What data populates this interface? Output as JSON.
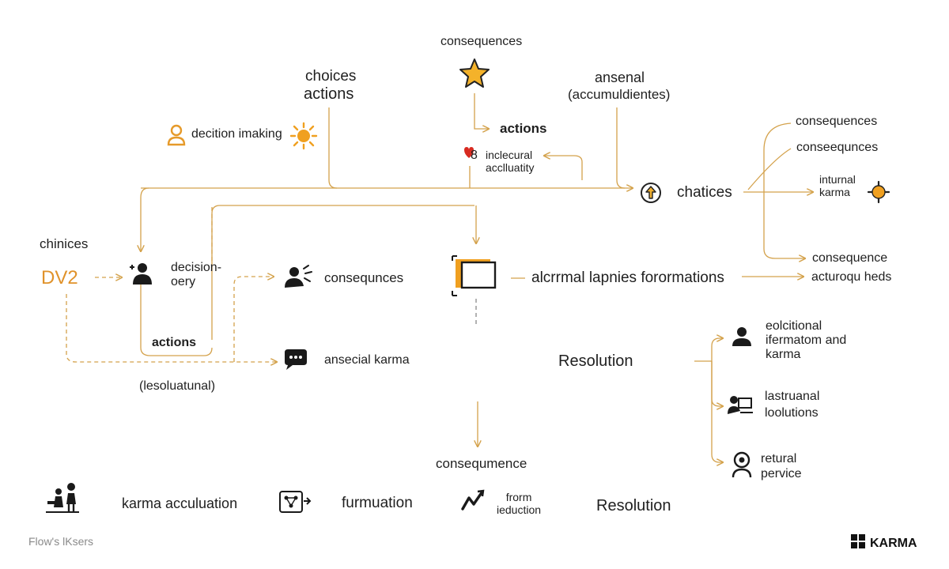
{
  "labels": {
    "top_consequences": "consequences",
    "choices": "choices",
    "actions_top_left": "actions",
    "ansenal": "ansenal",
    "accumulations": "(accumuldientes)",
    "decision_making": "decition imaking",
    "actions_mid": "actions",
    "inclecural": "inclecural\nacclluatity",
    "chatices": "chatices",
    "right_consequences_1": "consequences",
    "right_consequences_2": "conseequnces",
    "inturnal_karma": "inturnal\nkarma",
    "chinices": "chinices",
    "dv2": "DV2",
    "decision_oery": "decision-\noery",
    "consequnces": "consequnces",
    "alternal_formations": "alcrrmal lapnies forormations",
    "consequence_right": "consequence",
    "acturoqu_heds": "acturoqu heds",
    "actions_left": "actions",
    "ansecial_karma": "ansecial karma",
    "resolution_mid": "Resolution",
    "leosluatunal": "(lesoluatunal)",
    "eolcitional": "eolcitional\nifermatom and\nkarma",
    "lastruanal": "lastruanal\nloolutions",
    "retural_pervice": "retural\npervice",
    "consequmence": "consequmence",
    "karma_acculuation": "karma acculuation",
    "furmuation": "furmuation",
    "from_ieduction": "frorm\nieduction",
    "resolution_bottom": "Resolution",
    "footer_left": "Flow's lKsers",
    "brand": "KARMA"
  },
  "colors": {
    "accent": "#d9a441",
    "orange": "#f0a020",
    "connector": "#d4a24c",
    "text": "#1f1f1f"
  },
  "icons": {
    "top_star": "star-icon",
    "decision_person": "person-outline-icon",
    "sun": "sun-icon",
    "heart_digit": "heart-icon",
    "chatices": "lightbulb-up-icon",
    "inturnal": "sun-gear-icon",
    "decision_person_dark": "person-icon",
    "consequnces": "person-thinking-icon",
    "formations": "frames-icon",
    "ansecial": "chat-bubbles-icon",
    "eolcitional": "person-icon",
    "lastruanal": "person-desk-icon",
    "retural": "person-pin-icon",
    "karma_acculuation": "people-icon",
    "furmuation": "network-board-icon",
    "from_ieduction": "trend-zigzag-icon",
    "brand": "grid-logo-icon"
  }
}
